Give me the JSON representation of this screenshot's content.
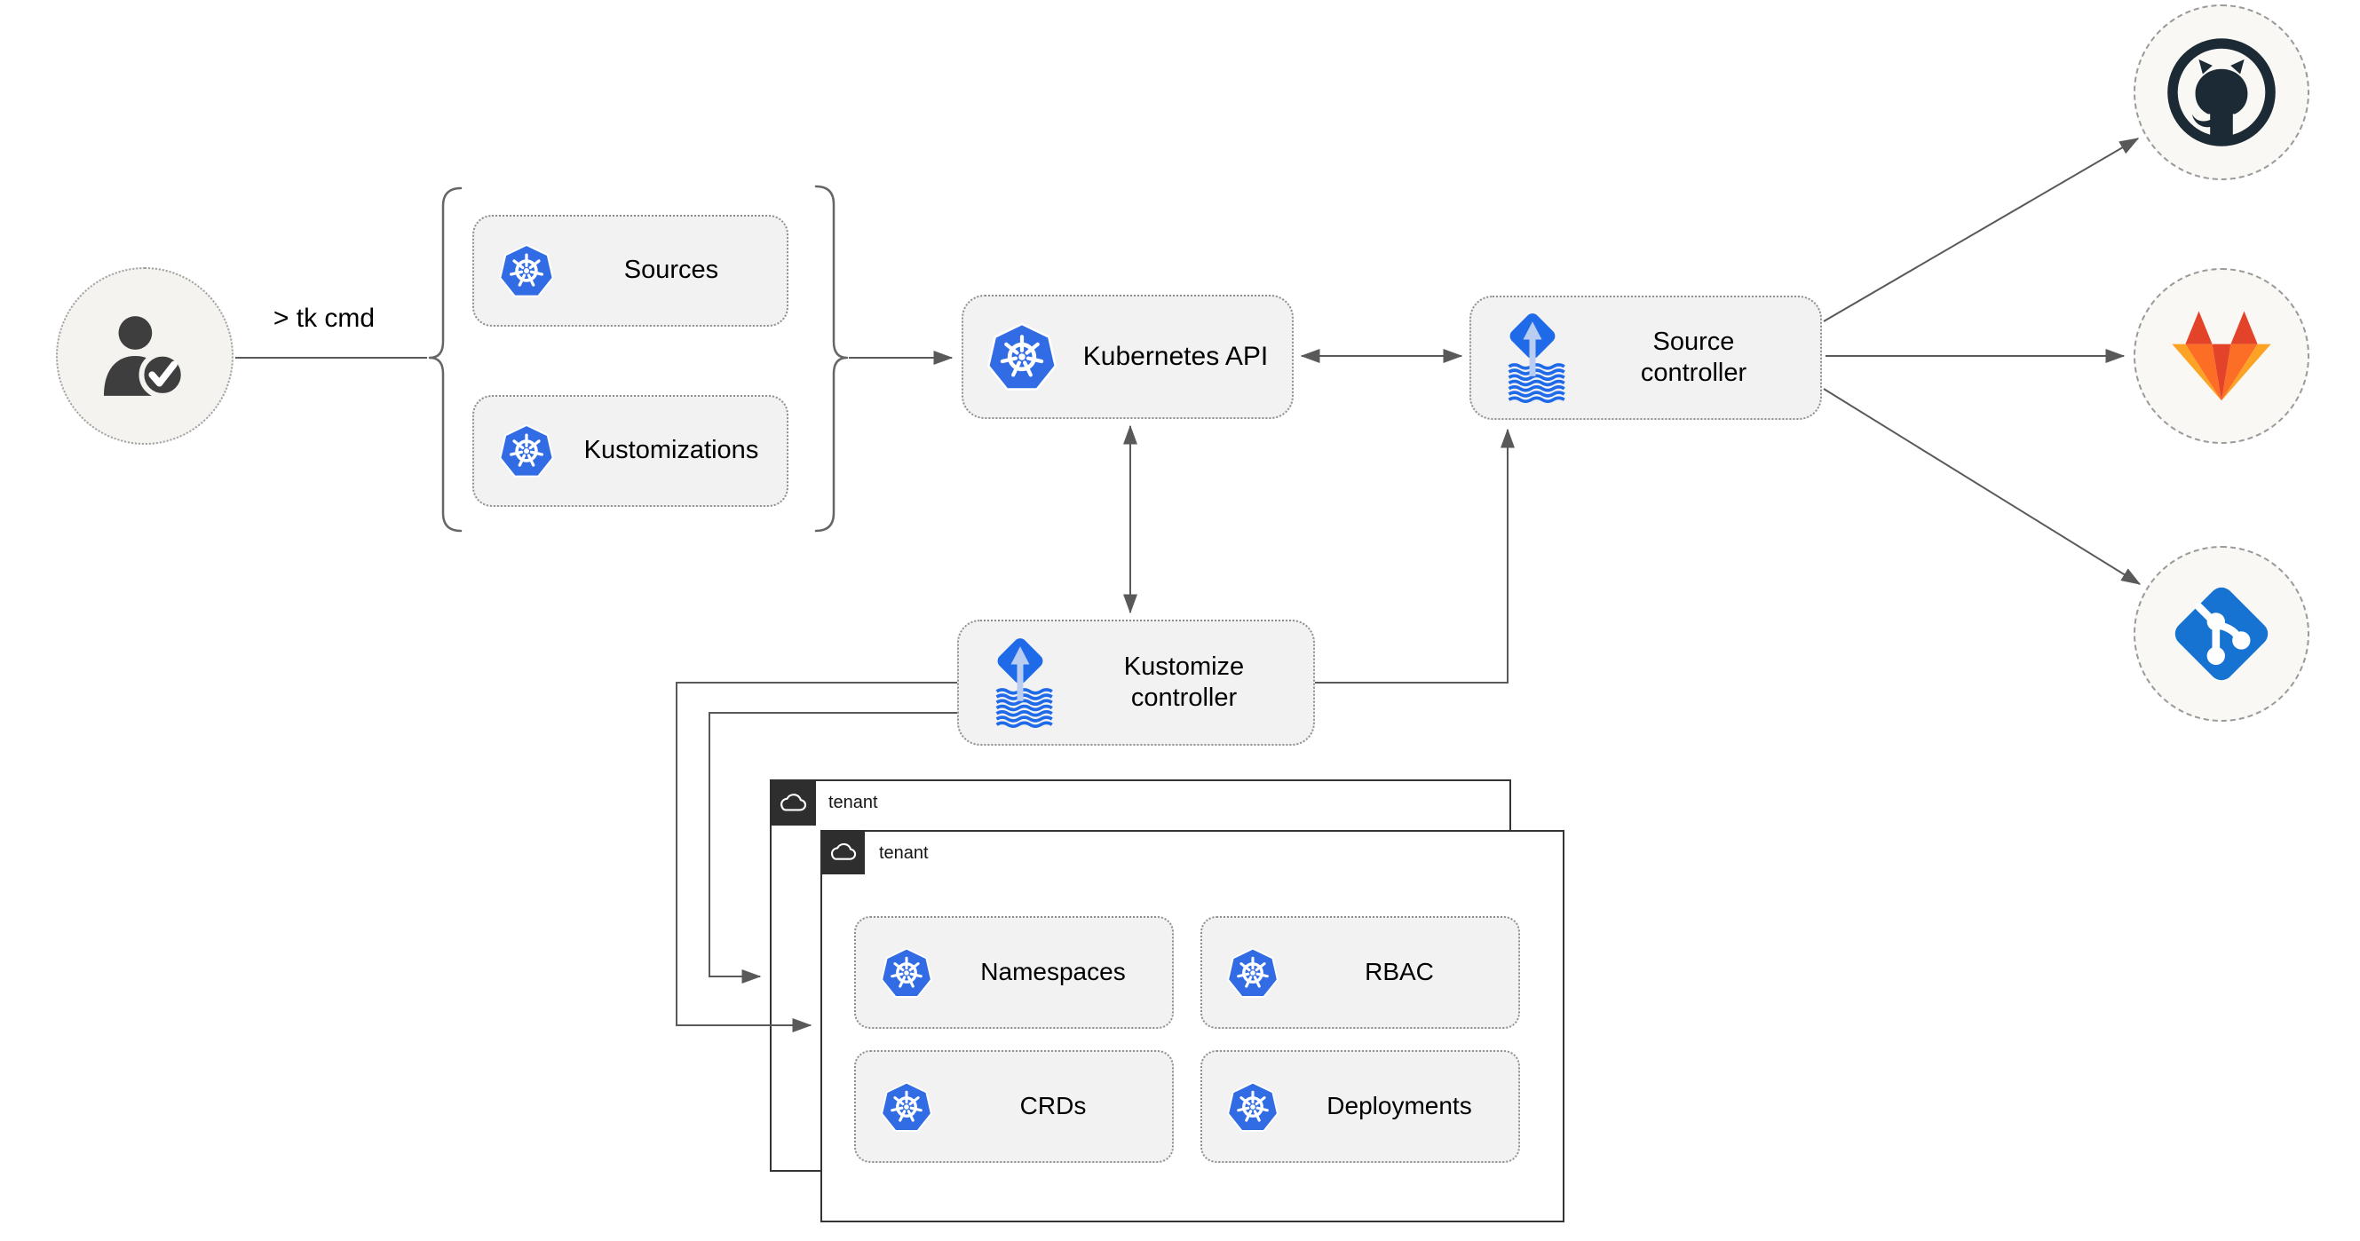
{
  "user": {
    "icon": "user-check-icon",
    "command_label": "> tk cmd"
  },
  "group": {
    "items": [
      {
        "icon": "kubernetes-icon",
        "label": "Sources"
      },
      {
        "icon": "kubernetes-icon",
        "label": "Kustomizations"
      }
    ]
  },
  "nodes": {
    "kubernetes_api": {
      "icon": "kubernetes-icon",
      "label": "Kubernetes API"
    },
    "source_controller": {
      "icon": "flux-icon",
      "label": "Source\ncontroller"
    },
    "kustomize_controller": {
      "icon": "flux-icon",
      "label": "Kustomize\ncontroller"
    }
  },
  "tenants": {
    "back": {
      "icon": "cloud-icon",
      "label": "tenant"
    },
    "front": {
      "icon": "cloud-icon",
      "label": "tenant"
    }
  },
  "resources": [
    {
      "icon": "kubernetes-icon",
      "label": "Namespaces"
    },
    {
      "icon": "kubernetes-icon",
      "label": "RBAC"
    },
    {
      "icon": "kubernetes-icon",
      "label": "CRDs"
    },
    {
      "icon": "kubernetes-icon",
      "label": "Deployments"
    }
  ],
  "providers": [
    {
      "icon": "github-icon"
    },
    {
      "icon": "gitlab-icon"
    },
    {
      "icon": "git-icon"
    }
  ],
  "colors": {
    "kubernetes_blue": "#326ce5",
    "flux_blue": "#1f6ae8",
    "flux_light": "#b9cdf2",
    "line_gray": "#595959",
    "border_gray": "#8f8f8f",
    "box_fill": "#f2f2f2",
    "dark_border": "#333333",
    "tab_dark": "#2e2e2e",
    "github_dark": "#1b2a34",
    "gitlab_red": "#e24329",
    "gitlab_orange": "#fc6d26",
    "gitlab_light": "#fca326",
    "git_blue": "#1673d2",
    "circle_fill": "#faf8f4",
    "person_fill": "#f5f3ef",
    "person_dark": "#3e3e3e"
  }
}
